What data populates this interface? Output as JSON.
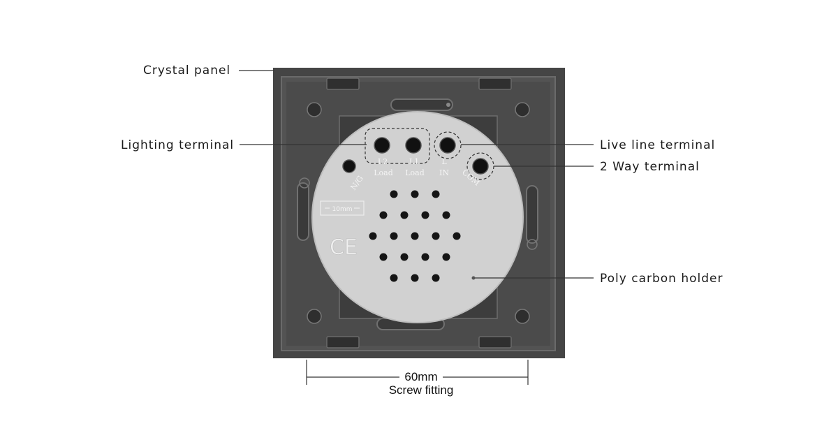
{
  "callouts": {
    "crystal_panel": "Crystal panel",
    "lighting_terminal": "Lighting terminal",
    "live_line_terminal": "Live line terminal",
    "two_way_terminal": "2 Way terminal",
    "poly_carbon_holder": "Poly carbon holder"
  },
  "terminal_labels": {
    "n_g": "N/G",
    "l2": "L2",
    "l2_sub": "Load",
    "l1": "L1",
    "l1_sub": "Load",
    "l": "L",
    "l_sub": "IN",
    "com": "COM"
  },
  "scale_mark": "10mm",
  "ce_mark": "CE",
  "dimension": {
    "value": "60mm",
    "caption": "Screw fitting"
  },
  "colors": {
    "panel": "#4a4a4a",
    "panel_inner": "#585858",
    "holder": "#d2d2d2",
    "line": "#333333"
  }
}
